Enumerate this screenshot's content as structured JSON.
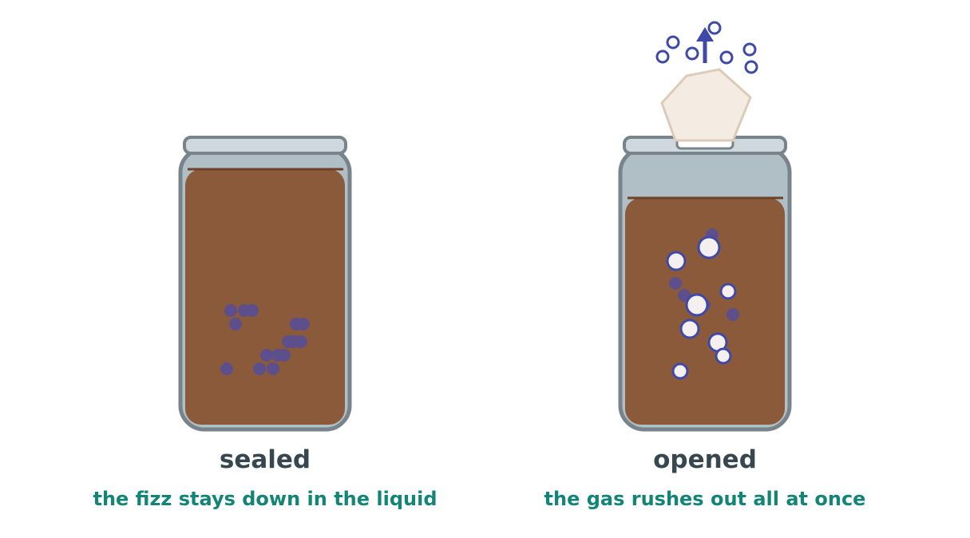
{
  "colors": {
    "liquid": "#8b5a3a",
    "glass": "#b0bec5",
    "glass_outline": "#78848c",
    "dissolved_bubble": "#5c4f8c",
    "gas_bubble_stroke": "#3f4aa8",
    "gas_bubble_fill": "#f5efef",
    "arrow": "#3f4aa8",
    "cap": "#f4ebe3",
    "cap_outline": "#dccbb8",
    "title_text": "#37474f",
    "caption_text": "#138577"
  },
  "panels": [
    {
      "state": "sealed",
      "title": "sealed",
      "caption": "the fizz stays down in the liquid"
    },
    {
      "state": "opened",
      "title": "opened",
      "caption": "the gas rushes out all at once"
    }
  ]
}
